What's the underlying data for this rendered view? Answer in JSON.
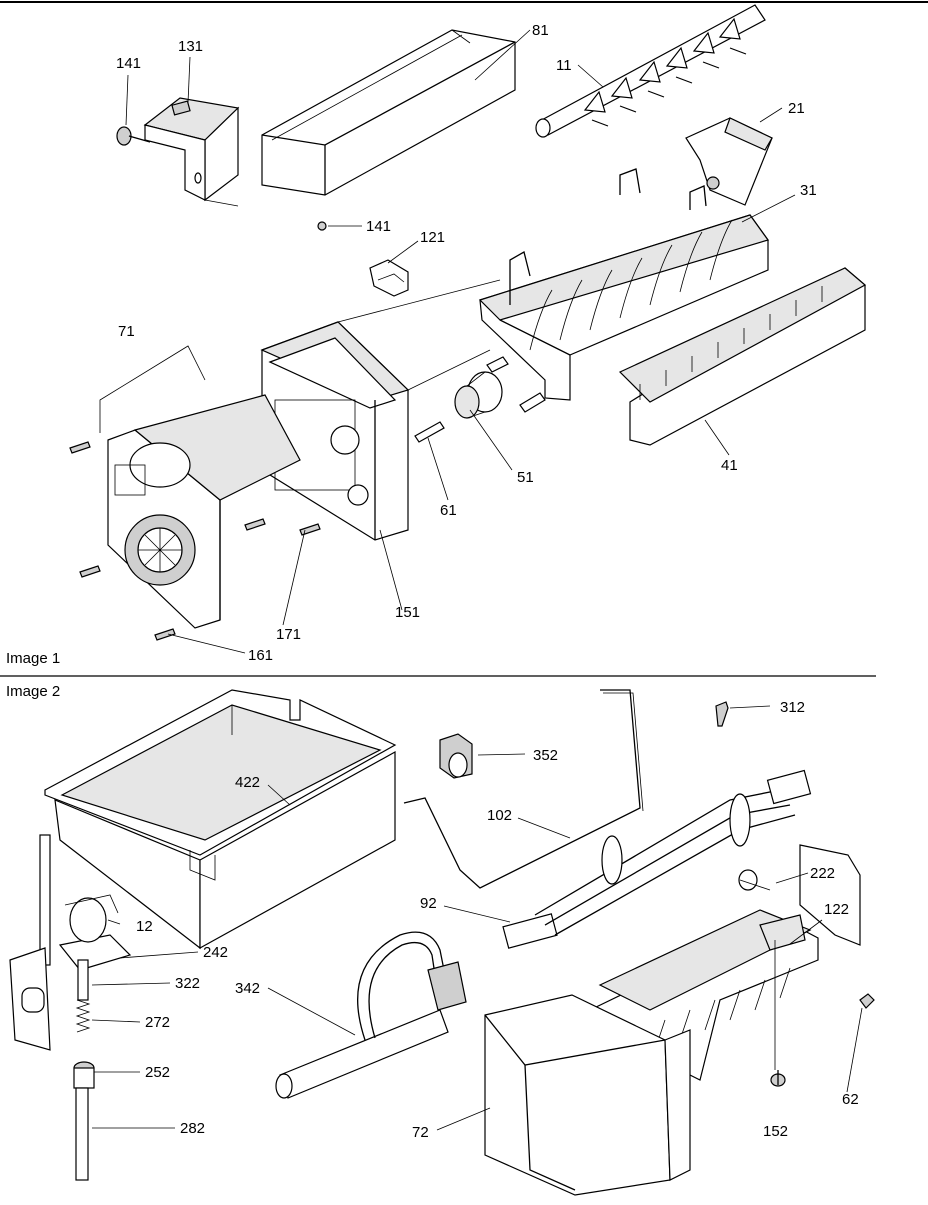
{
  "sections": [
    {
      "caption": "Image 1",
      "callouts": [
        "141",
        "131",
        "81",
        "11",
        "21",
        "31",
        "141",
        "121",
        "71",
        "51",
        "61",
        "41",
        "171",
        "151",
        "161"
      ]
    },
    {
      "caption": "Image 2",
      "callouts": [
        "312",
        "352",
        "422",
        "102",
        "222",
        "92",
        "122",
        "12",
        "242",
        "322",
        "342",
        "272",
        "252",
        "282",
        "72",
        "152",
        "62"
      ]
    }
  ]
}
